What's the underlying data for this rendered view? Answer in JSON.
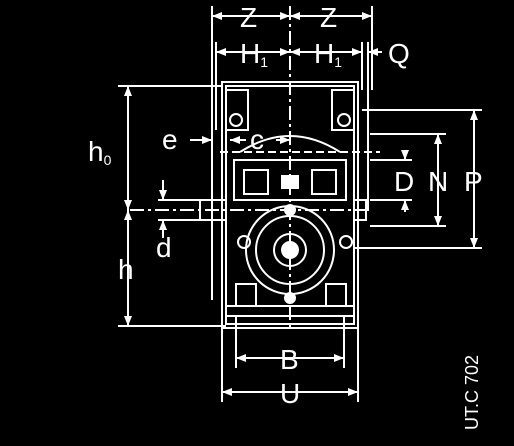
{
  "labels": {
    "Z_left": "Z",
    "Z_right": "Z",
    "H1_left": "H",
    "H1_left_sub": "1",
    "H1_right": "H",
    "H1_right_sub": "1",
    "Q": "Q",
    "e": "e",
    "c": "c",
    "h0": "h",
    "h0_sub": "0",
    "d": "d",
    "h": "h",
    "D": "D",
    "N": "N",
    "P": "P",
    "B": "B",
    "U": "U"
  },
  "code": "UT.C 702",
  "colors": {
    "background": "#000000",
    "lines": "#ffffff"
  }
}
